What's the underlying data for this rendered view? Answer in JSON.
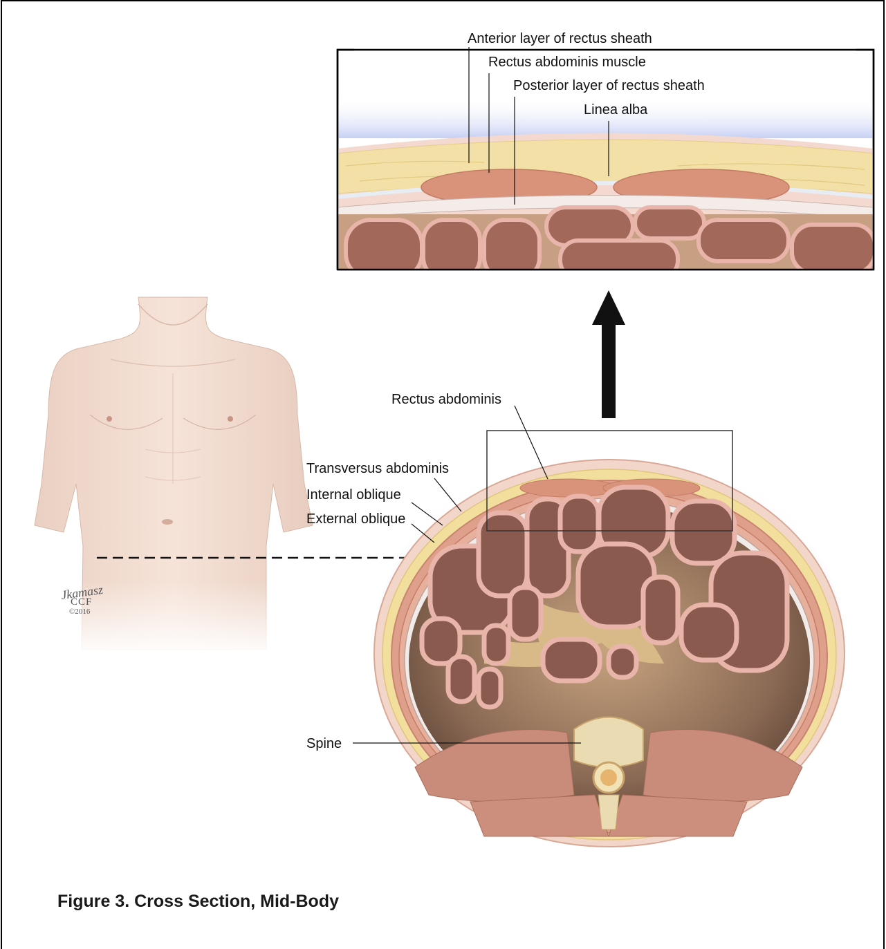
{
  "figure": {
    "caption": "Figure 3. Cross Section, Mid-Body"
  },
  "inset": {
    "labels": {
      "anterior_layer": "Anterior layer of rectus sheath",
      "rectus_muscle": "Rectus abdominis muscle",
      "posterior_layer": "Posterior layer of rectus sheath",
      "linea_alba": "Linea alba"
    }
  },
  "cross_section": {
    "labels": {
      "rectus_abdominis": "Rectus abdominis",
      "transversus": "Transversus abdominis",
      "internal_oblique": "Internal oblique",
      "external_oblique": "External oblique",
      "spine": "Spine"
    }
  },
  "signature": {
    "artist": "Jkamasz",
    "org": "CCF",
    "year": "©2016"
  },
  "colors": {
    "skin": "#f1d9cc",
    "fat": "#f3e1a8",
    "muscle": "#c98c7b",
    "intestine": "#9c6a5c",
    "cavity": "#b58f6e",
    "bone": "#e9d6a4"
  }
}
